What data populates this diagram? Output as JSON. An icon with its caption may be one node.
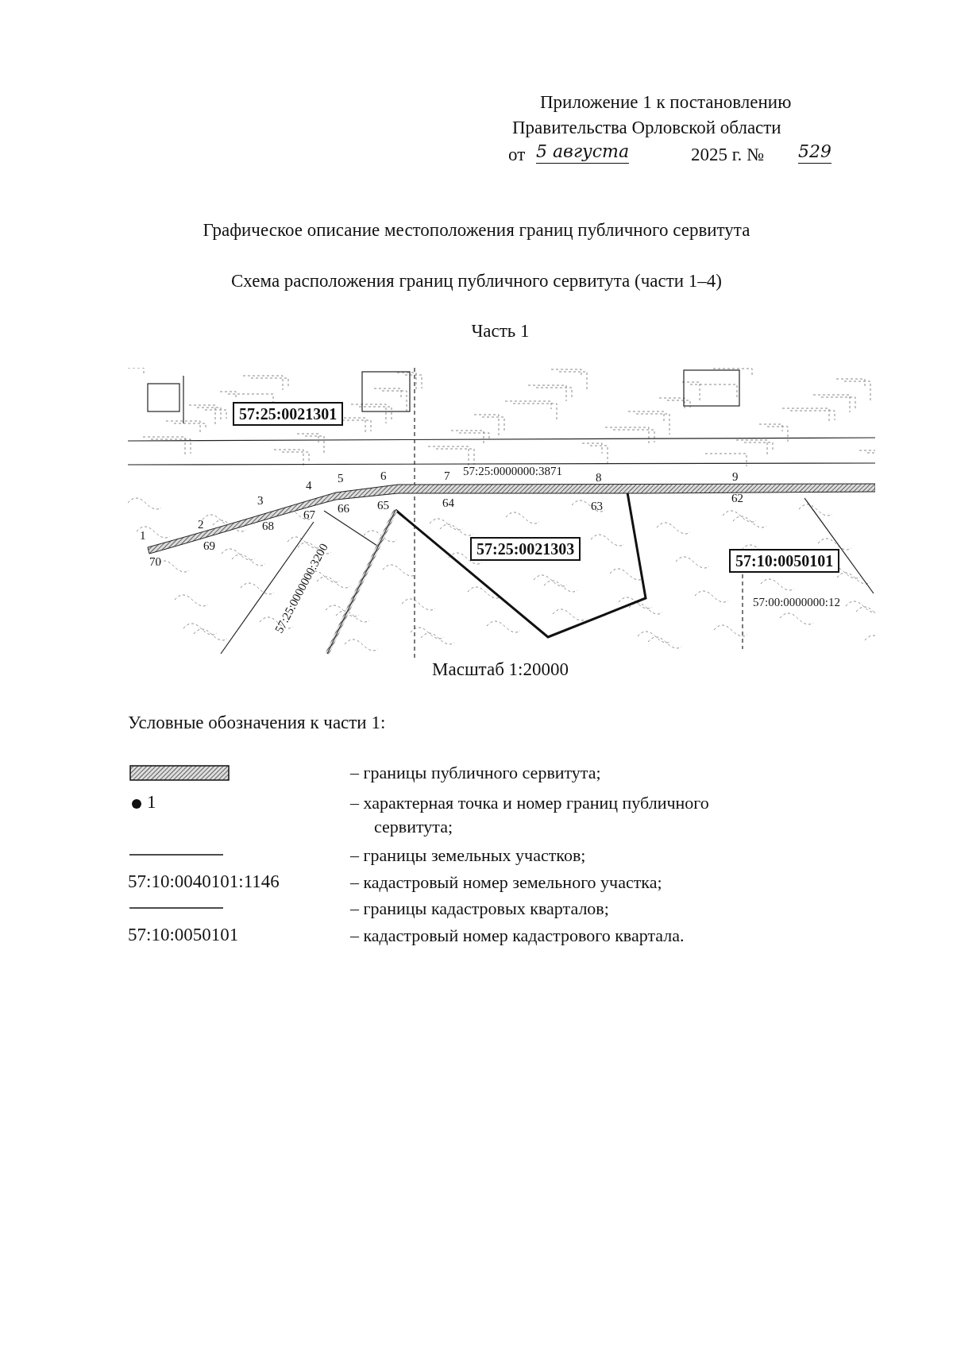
{
  "diagram": {
    "title": "Графическое описание местоположения границ публичного сервитута",
    "nodes": [
      {
        "text": [
          "57:25:0021301"
        ]
      },
      {
        "text": [
          "57:25:0021303"
        ]
      },
      {
        "text": [
          "57:10:0050101"
        ]
      }
    ],
    "labels": [
      "Приложение 1 к постановлению",
      "Правительства Орловской области",
      "от",
      "5 августа",
      "2025 г. №",
      "529",
      "Схема расположения границ публичного сервитута (части 1–4)",
      "Часть 1",
      "57:25:0000000:3871",
      "5",
      "6",
      "7",
      "8",
      "9",
      "4",
      "3",
      "66",
      "65",
      "64",
      "63",
      "62",
      "2",
      "68",
      "67",
      "1",
      "69",
      "70",
      "57:25:0000000:3200",
      "57:00:0000000:12",
      "Масштаб 1:20000",
      "Условные обозначения к части 1:",
      "1",
      "57:10:0040101:1146",
      "57:10:0050101"
    ],
    "legend": [
      {
        "text": "– границы публичного сервитута;"
      },
      {
        "text": "– характерная точка и номер границ публичного сервитута;"
      },
      {
        "text": "– границы земельных участков;"
      },
      {
        "text": "– кадастровый номер земельного участка;"
      },
      {
        "text": "– границы кадастровых кварталов;"
      },
      {
        "text": "– кадастровый номер кадастрового квартала."
      }
    ]
  }
}
